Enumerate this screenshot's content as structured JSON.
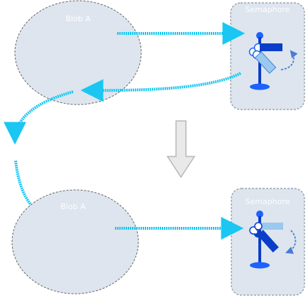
{
  "labels": {
    "top_ellipse": "Blob A",
    "bottom_ellipse": "Blob A",
    "top_panel": "Semaphore",
    "bottom_panel": "Semaphore"
  },
  "icons": {
    "top_flag": "semaphore-flag-icon",
    "bottom_flag": "semaphore-flag-icon",
    "between": "down-arrow-icon"
  },
  "colors": {
    "ellipse_fill": "#dfe6ef",
    "ellipse_stroke": "#666666",
    "panel_fill": "#dfe6ef",
    "panel_stroke": "#8a97a8",
    "arrow": "#19c7f2",
    "semaphore_blue": "#0b3ec8",
    "semaphore_light": "#99c9ef",
    "semaphore_mid": "#1d62ff",
    "down_arrow": "#e9e9e9",
    "down_arrow_stroke": "#b8b8b8",
    "dashed_arrow": "#4a7cd6"
  }
}
